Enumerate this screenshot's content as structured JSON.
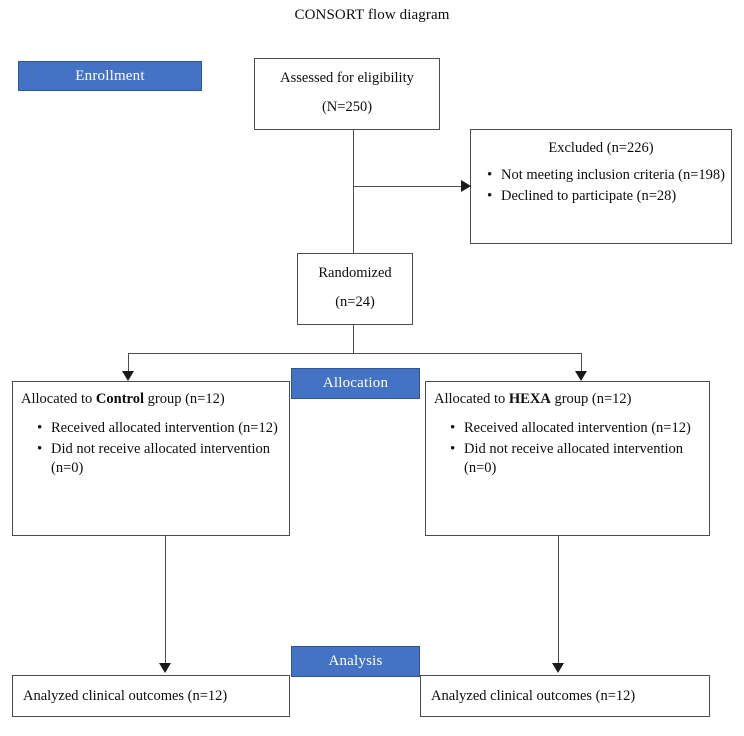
{
  "title": "CONSORT flow diagram",
  "colors": {
    "banner_fill": "#4472C4",
    "banner_border": "#2F5597",
    "banner_text": "#FFFFFF",
    "box_border": "#4D4D4D",
    "box_fill": "#FFFFFF",
    "text": "#0D0D0D",
    "connector": "#4D4D4D",
    "arrowhead": "#1A1A1A"
  },
  "stages": {
    "enrollment": "Enrollment",
    "allocation": "Allocation",
    "analysis": "Analysis"
  },
  "nodes": {
    "eligibility": {
      "line1": "Assessed for eligibility",
      "line2": "(N=250)"
    },
    "excluded": {
      "heading": "Excluded (n=226)",
      "items": [
        "Not meeting inclusion criteria (n=198)",
        "Declined to participate (n=28)"
      ]
    },
    "randomized": {
      "line1": "Randomized",
      "line2": "(n=24)"
    },
    "allocation_left": {
      "heading_prefix": "Allocated to ",
      "heading_group": "Control",
      "heading_suffix": " group (n=12)",
      "items": [
        "Received allocated intervention (n=12)",
        "Did not receive allocated intervention (n=0)"
      ]
    },
    "allocation_right": {
      "heading_prefix": "Allocated to ",
      "heading_group": "HEXA",
      "heading_suffix": " group (n=12)",
      "items": [
        "Received allocated intervention (n=12)",
        "Did not receive allocated intervention (n=0)"
      ]
    },
    "analysis_left": {
      "text": "Analyzed clinical outcomes (n=12)"
    },
    "analysis_right": {
      "text": "Analyzed clinical outcomes (n=12)"
    }
  }
}
